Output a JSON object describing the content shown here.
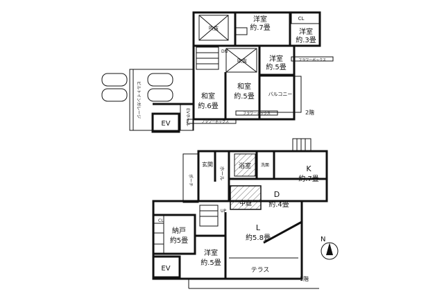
{
  "floor2": {
    "label": "2階",
    "rooms": {
      "wf_a": {
        "name": "洋室",
        "size": "約.7畳"
      },
      "wf_b": {
        "name": "洋室",
        "size": "約.3畳"
      },
      "wf_c": {
        "name": "洋室",
        "size": "約.5畳"
      },
      "wa_a": {
        "name": "和室",
        "size": "約.6畳"
      },
      "wa_b": {
        "name": "和室",
        "size": "約.5畳"
      }
    },
    "fukinuke_a": "吹抜",
    "fukinuke_b": "吹抜",
    "closet": "CL",
    "stair": "DN",
    "balcony": "バルコニー",
    "flowerbox_a": "フラワーボックス",
    "flowerbox_b": "フラワーボックス",
    "flowerbox_c": "フラワーボックス",
    "garage": "ビルトインガレージ",
    "ev_hall": "EVホール",
    "ev": "EV"
  },
  "floor1": {
    "label": "1階",
    "entrance": "玄関",
    "hall": "ホール",
    "porch": "ポーチ",
    "bath": "浴室",
    "washroom": "洗面",
    "kitchen": {
      "name": "K",
      "size": "約.7畳"
    },
    "dining": {
      "name": "D",
      "size": "約.4畳"
    },
    "courtyard": "中庭",
    "living": {
      "name": "L",
      "size": "約5.8畳"
    },
    "storage": {
      "name": "納戸",
      "size": "約5畳"
    },
    "wf": {
      "name": "洋室",
      "size": "約.5畳"
    },
    "terrace": "テラス",
    "ev": "EV",
    "stair": "UP",
    "closet": "CL"
  },
  "compass": "N"
}
